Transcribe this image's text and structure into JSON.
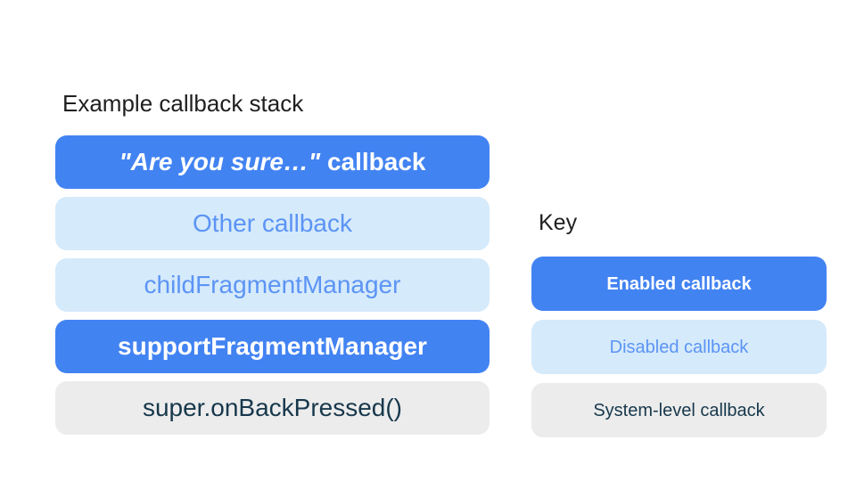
{
  "colors": {
    "page_bg": "#FFFFFF",
    "enabled_bg": "#4283F2",
    "enabled_text": "#FFFFFF",
    "disabled_bg": "#D5EAFB",
    "disabled_text": "#5C94F5",
    "system_bg": "#ECECEC",
    "system_text": "#17384C",
    "heading_text": "#1F1F1F"
  },
  "stack": {
    "title": "Example callback stack",
    "items": [
      {
        "label_quoted": "\"Are you sure…\"",
        "label_suffix": " callback",
        "type": "enabled"
      },
      {
        "label": "Other callback",
        "type": "disabled"
      },
      {
        "label": "childFragmentManager",
        "type": "disabled"
      },
      {
        "label": "supportFragmentManager",
        "type": "enabled"
      },
      {
        "label": "super.onBackPressed()",
        "type": "system"
      }
    ]
  },
  "key": {
    "title": "Key",
    "items": [
      {
        "label": "Enabled callback",
        "type": "enabled"
      },
      {
        "label": "Disabled callback",
        "type": "disabled"
      },
      {
        "label": "System-level callback",
        "type": "system"
      }
    ]
  }
}
